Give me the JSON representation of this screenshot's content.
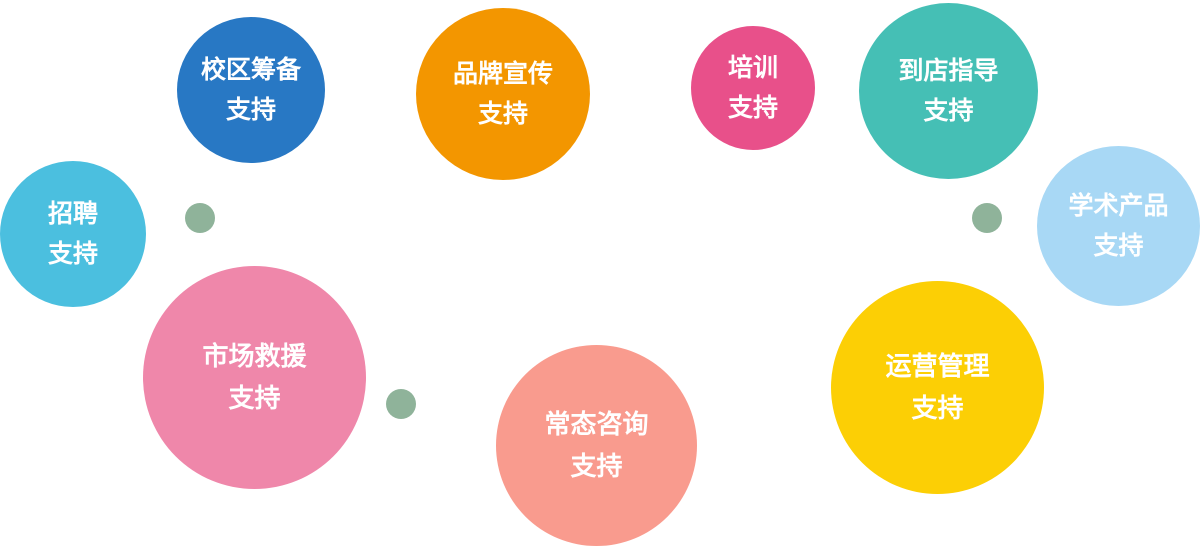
{
  "diagram": {
    "bubbles": {
      "campus": {
        "line1": "校区筹备",
        "line2": "支持",
        "color": "#2878c4"
      },
      "brand": {
        "line1": "品牌宣传",
        "line2": "支持",
        "color": "#f39600"
      },
      "training": {
        "line1": "培训",
        "line2": "支持",
        "color": "#e8508a"
      },
      "store": {
        "line1": "到店指导",
        "line2": "支持",
        "color": "#45bfb5"
      },
      "recruit": {
        "line1": "招聘",
        "line2": "支持",
        "color": "#4bbfdf"
      },
      "academic": {
        "line1": "学术产品",
        "line2": "支持",
        "color": "#a8d8f5"
      },
      "market": {
        "line1": "市场救援",
        "line2": "支持",
        "color": "#ef87aa"
      },
      "consult": {
        "line1": "常态咨询",
        "line2": "支持",
        "color": "#f99b8e"
      },
      "ops": {
        "line1": "运营管理",
        "line2": "支持",
        "color": "#fccf05"
      }
    },
    "dot_color": "#8fb39a"
  }
}
